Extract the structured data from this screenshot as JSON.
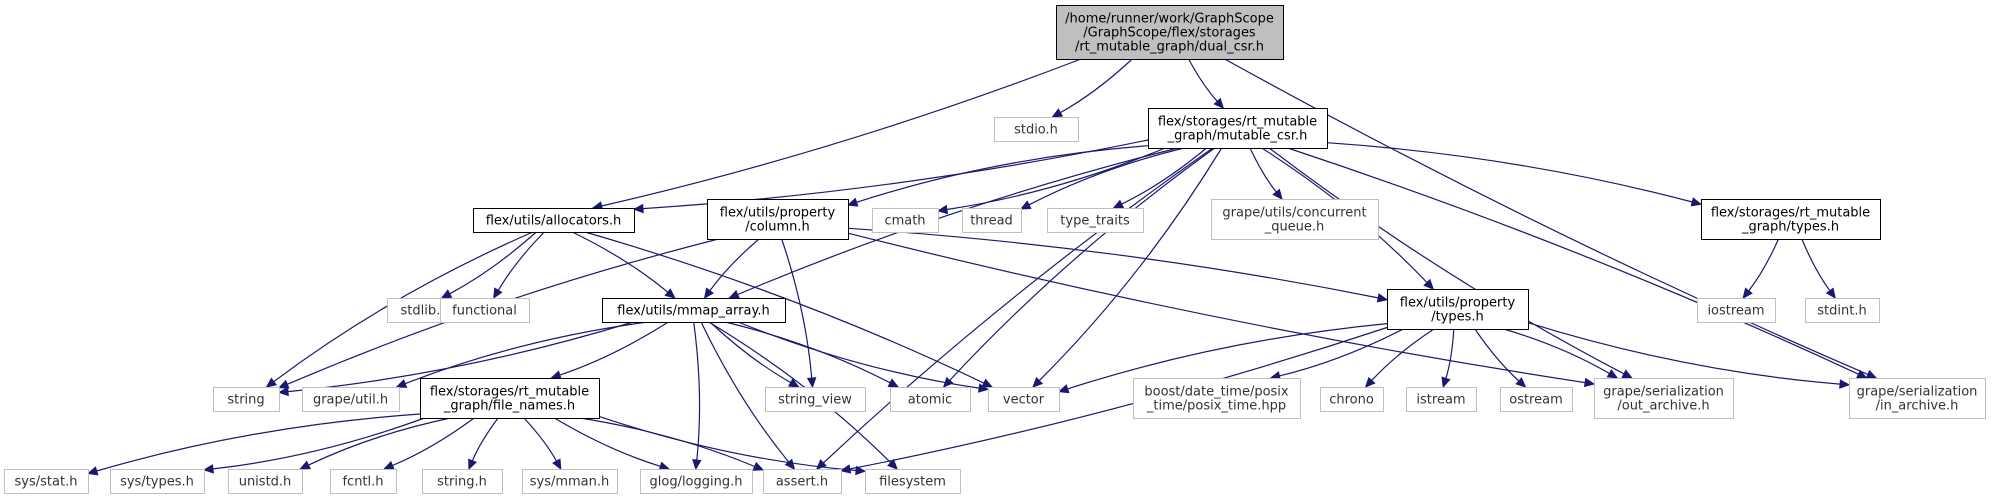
{
  "nodes": [
    {
      "id": "dual_csr",
      "kind": "main",
      "lines": [
        "/home/runner/work/GraphScope",
        "/GraphScope/flex/storages",
        "/rt_mutable_graph/dual_csr.h"
      ]
    },
    {
      "id": "stdio",
      "kind": "ext",
      "lines": [
        "stdio.h"
      ]
    },
    {
      "id": "mutable_csr",
      "kind": "local",
      "lines": [
        "flex/storages/rt_mutable",
        "_graph/mutable_csr.h"
      ]
    },
    {
      "id": "allocators",
      "kind": "local",
      "lines": [
        "flex/utils/allocators.h"
      ]
    },
    {
      "id": "column",
      "kind": "local",
      "lines": [
        "flex/utils/property",
        "/column.h"
      ]
    },
    {
      "id": "cmath",
      "kind": "ext",
      "lines": [
        "cmath"
      ]
    },
    {
      "id": "thread",
      "kind": "ext",
      "lines": [
        "thread"
      ]
    },
    {
      "id": "type_traits",
      "kind": "ext",
      "lines": [
        "type_traits"
      ]
    },
    {
      "id": "concurrent_queue",
      "kind": "ext",
      "lines": [
        "grape/utils/concurrent",
        "_queue.h"
      ]
    },
    {
      "id": "rt_types",
      "kind": "local",
      "lines": [
        "flex/storages/rt_mutable",
        "_graph/types.h"
      ]
    },
    {
      "id": "stdlib",
      "kind": "ext",
      "lines": [
        "stdlib.h"
      ]
    },
    {
      "id": "functional",
      "kind": "ext",
      "lines": [
        "functional"
      ]
    },
    {
      "id": "mmap_array",
      "kind": "local",
      "lines": [
        "flex/utils/mmap_array.h"
      ]
    },
    {
      "id": "prop_types",
      "kind": "local",
      "lines": [
        "flex/utils/property",
        "/types.h"
      ]
    },
    {
      "id": "iostream",
      "kind": "ext",
      "lines": [
        "iostream"
      ]
    },
    {
      "id": "stdint",
      "kind": "ext",
      "lines": [
        "stdint.h"
      ]
    },
    {
      "id": "string",
      "kind": "ext",
      "lines": [
        "string"
      ]
    },
    {
      "id": "grape_util",
      "kind": "ext",
      "lines": [
        "grape/util.h"
      ]
    },
    {
      "id": "file_names",
      "kind": "local",
      "lines": [
        "flex/storages/rt_mutable",
        "_graph/file_names.h"
      ]
    },
    {
      "id": "string_view",
      "kind": "ext",
      "lines": [
        "string_view"
      ]
    },
    {
      "id": "atomic",
      "kind": "ext",
      "lines": [
        "atomic"
      ]
    },
    {
      "id": "vector",
      "kind": "ext",
      "lines": [
        "vector"
      ]
    },
    {
      "id": "posix_time",
      "kind": "ext",
      "lines": [
        "boost/date_time/posix",
        "_time/posix_time.hpp"
      ]
    },
    {
      "id": "chrono",
      "kind": "ext",
      "lines": [
        "chrono"
      ]
    },
    {
      "id": "istream",
      "kind": "ext",
      "lines": [
        "istream"
      ]
    },
    {
      "id": "ostream",
      "kind": "ext",
      "lines": [
        "ostream"
      ]
    },
    {
      "id": "out_archive",
      "kind": "ext",
      "lines": [
        "grape/serialization",
        "/out_archive.h"
      ]
    },
    {
      "id": "in_archive",
      "kind": "ext",
      "lines": [
        "grape/serialization",
        "/in_archive.h"
      ]
    },
    {
      "id": "sys_stat",
      "kind": "ext",
      "lines": [
        "sys/stat.h"
      ]
    },
    {
      "id": "sys_types",
      "kind": "ext",
      "lines": [
        "sys/types.h"
      ]
    },
    {
      "id": "unistd",
      "kind": "ext",
      "lines": [
        "unistd.h"
      ]
    },
    {
      "id": "fcntl",
      "kind": "ext",
      "lines": [
        "fcntl.h"
      ]
    },
    {
      "id": "string_h",
      "kind": "ext",
      "lines": [
        "string.h"
      ]
    },
    {
      "id": "sys_mman",
      "kind": "ext",
      "lines": [
        "sys/mman.h"
      ]
    },
    {
      "id": "glog",
      "kind": "ext",
      "lines": [
        "glog/logging.h"
      ]
    },
    {
      "id": "assert",
      "kind": "ext",
      "lines": [
        "assert.h"
      ]
    },
    {
      "id": "filesystem",
      "kind": "ext",
      "lines": [
        "filesystem"
      ]
    }
  ],
  "edges": [
    [
      "dual_csr",
      "stdio"
    ],
    [
      "dual_csr",
      "mutable_csr"
    ],
    [
      "dual_csr",
      "allocators"
    ],
    [
      "dual_csr",
      "in_archive"
    ],
    [
      "mutable_csr",
      "allocators"
    ],
    [
      "mutable_csr",
      "column"
    ],
    [
      "mutable_csr",
      "cmath"
    ],
    [
      "mutable_csr",
      "thread"
    ],
    [
      "mutable_csr",
      "type_traits"
    ],
    [
      "mutable_csr",
      "concurrent_queue"
    ],
    [
      "mutable_csr",
      "rt_types"
    ],
    [
      "mutable_csr",
      "mmap_array"
    ],
    [
      "mutable_csr",
      "prop_types"
    ],
    [
      "mutable_csr",
      "atomic"
    ],
    [
      "mutable_csr",
      "vector"
    ],
    [
      "mutable_csr",
      "out_archive"
    ],
    [
      "mutable_csr",
      "in_archive"
    ],
    [
      "mutable_csr",
      "assert"
    ],
    [
      "allocators",
      "stdlib"
    ],
    [
      "allocators",
      "functional"
    ],
    [
      "allocators",
      "mmap_array"
    ],
    [
      "allocators",
      "string"
    ],
    [
      "allocators",
      "vector"
    ],
    [
      "column",
      "mmap_array"
    ],
    [
      "column",
      "prop_types"
    ],
    [
      "column",
      "string"
    ],
    [
      "column",
      "string_view"
    ],
    [
      "column",
      "out_archive"
    ],
    [
      "rt_types",
      "iostream"
    ],
    [
      "rt_types",
      "stdint"
    ],
    [
      "mmap_array",
      "string"
    ],
    [
      "mmap_array",
      "grape_util"
    ],
    [
      "mmap_array",
      "file_names"
    ],
    [
      "mmap_array",
      "string_view"
    ],
    [
      "mmap_array",
      "atomic"
    ],
    [
      "mmap_array",
      "vector"
    ],
    [
      "mmap_array",
      "glog"
    ],
    [
      "mmap_array",
      "assert"
    ],
    [
      "mmap_array",
      "filesystem"
    ],
    [
      "prop_types",
      "vector"
    ],
    [
      "prop_types",
      "posix_time"
    ],
    [
      "prop_types",
      "chrono"
    ],
    [
      "prop_types",
      "istream"
    ],
    [
      "prop_types",
      "ostream"
    ],
    [
      "prop_types",
      "out_archive"
    ],
    [
      "prop_types",
      "in_archive"
    ],
    [
      "prop_types",
      "assert"
    ],
    [
      "file_names",
      "sys_stat"
    ],
    [
      "file_names",
      "sys_types"
    ],
    [
      "file_names",
      "unistd"
    ],
    [
      "file_names",
      "fcntl"
    ],
    [
      "file_names",
      "string_h"
    ],
    [
      "file_names",
      "sys_mman"
    ],
    [
      "file_names",
      "glog"
    ],
    [
      "file_names",
      "assert"
    ],
    [
      "file_names",
      "filesystem"
    ]
  ]
}
